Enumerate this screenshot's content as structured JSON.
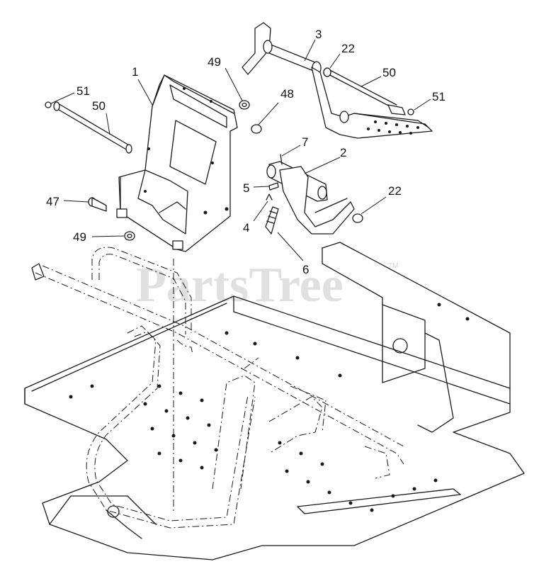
{
  "watermark": {
    "brand": "PartsTree",
    "mark": "TM",
    "color": "#c8c8c8"
  },
  "callouts": {
    "frame_bracket": "1",
    "brake_pedal": "2",
    "shaft_arm_3": "3",
    "cotter_pin_4": "4",
    "pin_5": "5",
    "spring_6": "6",
    "key_7": "7",
    "bushing_22_top": "22",
    "bushing_22_right": "22",
    "bolt_47": "47",
    "nut_48": "48",
    "nut_49_top": "49",
    "nut_49_left": "49",
    "rod_50_left": "50",
    "rod_50_right": "50",
    "screw_51_left": "51",
    "screw_51_right": "51"
  },
  "colors": {
    "line": "#1a1a1a",
    "background": "#ffffff"
  }
}
